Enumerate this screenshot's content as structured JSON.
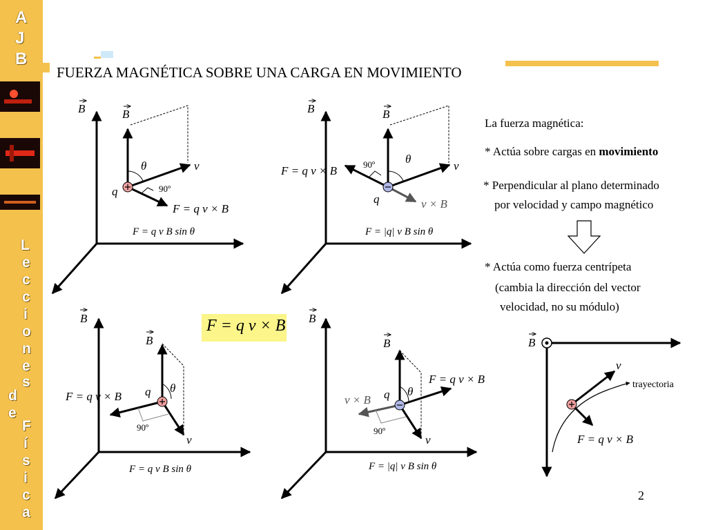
{
  "sidebar": {
    "top_letters": [
      "A",
      "J",
      "B"
    ],
    "vertical_letters": [
      "L",
      "e",
      "c",
      "c",
      "i",
      "o",
      "n",
      "e",
      "s",
      "d",
      "e",
      "F",
      "í",
      "s",
      "i",
      "c",
      "a"
    ]
  },
  "title": "FUERZA MAGNÉTICA SOBRE UNA CARGA EN MOVIMIENTO",
  "labels": {
    "B": "B",
    "v": "v",
    "q": "q",
    "theta": "θ",
    "deg90": "90º",
    "F_cross": "F = q v × B",
    "v_cross_B": "v × B",
    "F_mag_pos": "F = q v B sin θ",
    "F_mag_abs": "F = |q| v B sin θ",
    "plus": "+",
    "minus": "−",
    "trajectory": "trayectoria"
  },
  "highlight_formula": "F = q v × B",
  "notes": {
    "heading": "La fuerza magnética:",
    "bullet1_prefix": "* Actúa sobre cargas en ",
    "bullet1_bold": "movimiento",
    "bullet2_line1": "* Perpendicular al plano determinado",
    "bullet2_line2": "por velocidad y campo magnético",
    "bullet3_line1": "* Actúa como fuerza centrípeta",
    "bullet3_line2": "(cambia la dirección del vector",
    "bullet3_line3": "velocidad, no su módulo)"
  },
  "page_number": "2",
  "colors": {
    "accent": "#f4c14d",
    "highlight": "#fbf58a",
    "positive_charge": "#f0a0a0",
    "negative_charge": "#b0b8e8"
  }
}
